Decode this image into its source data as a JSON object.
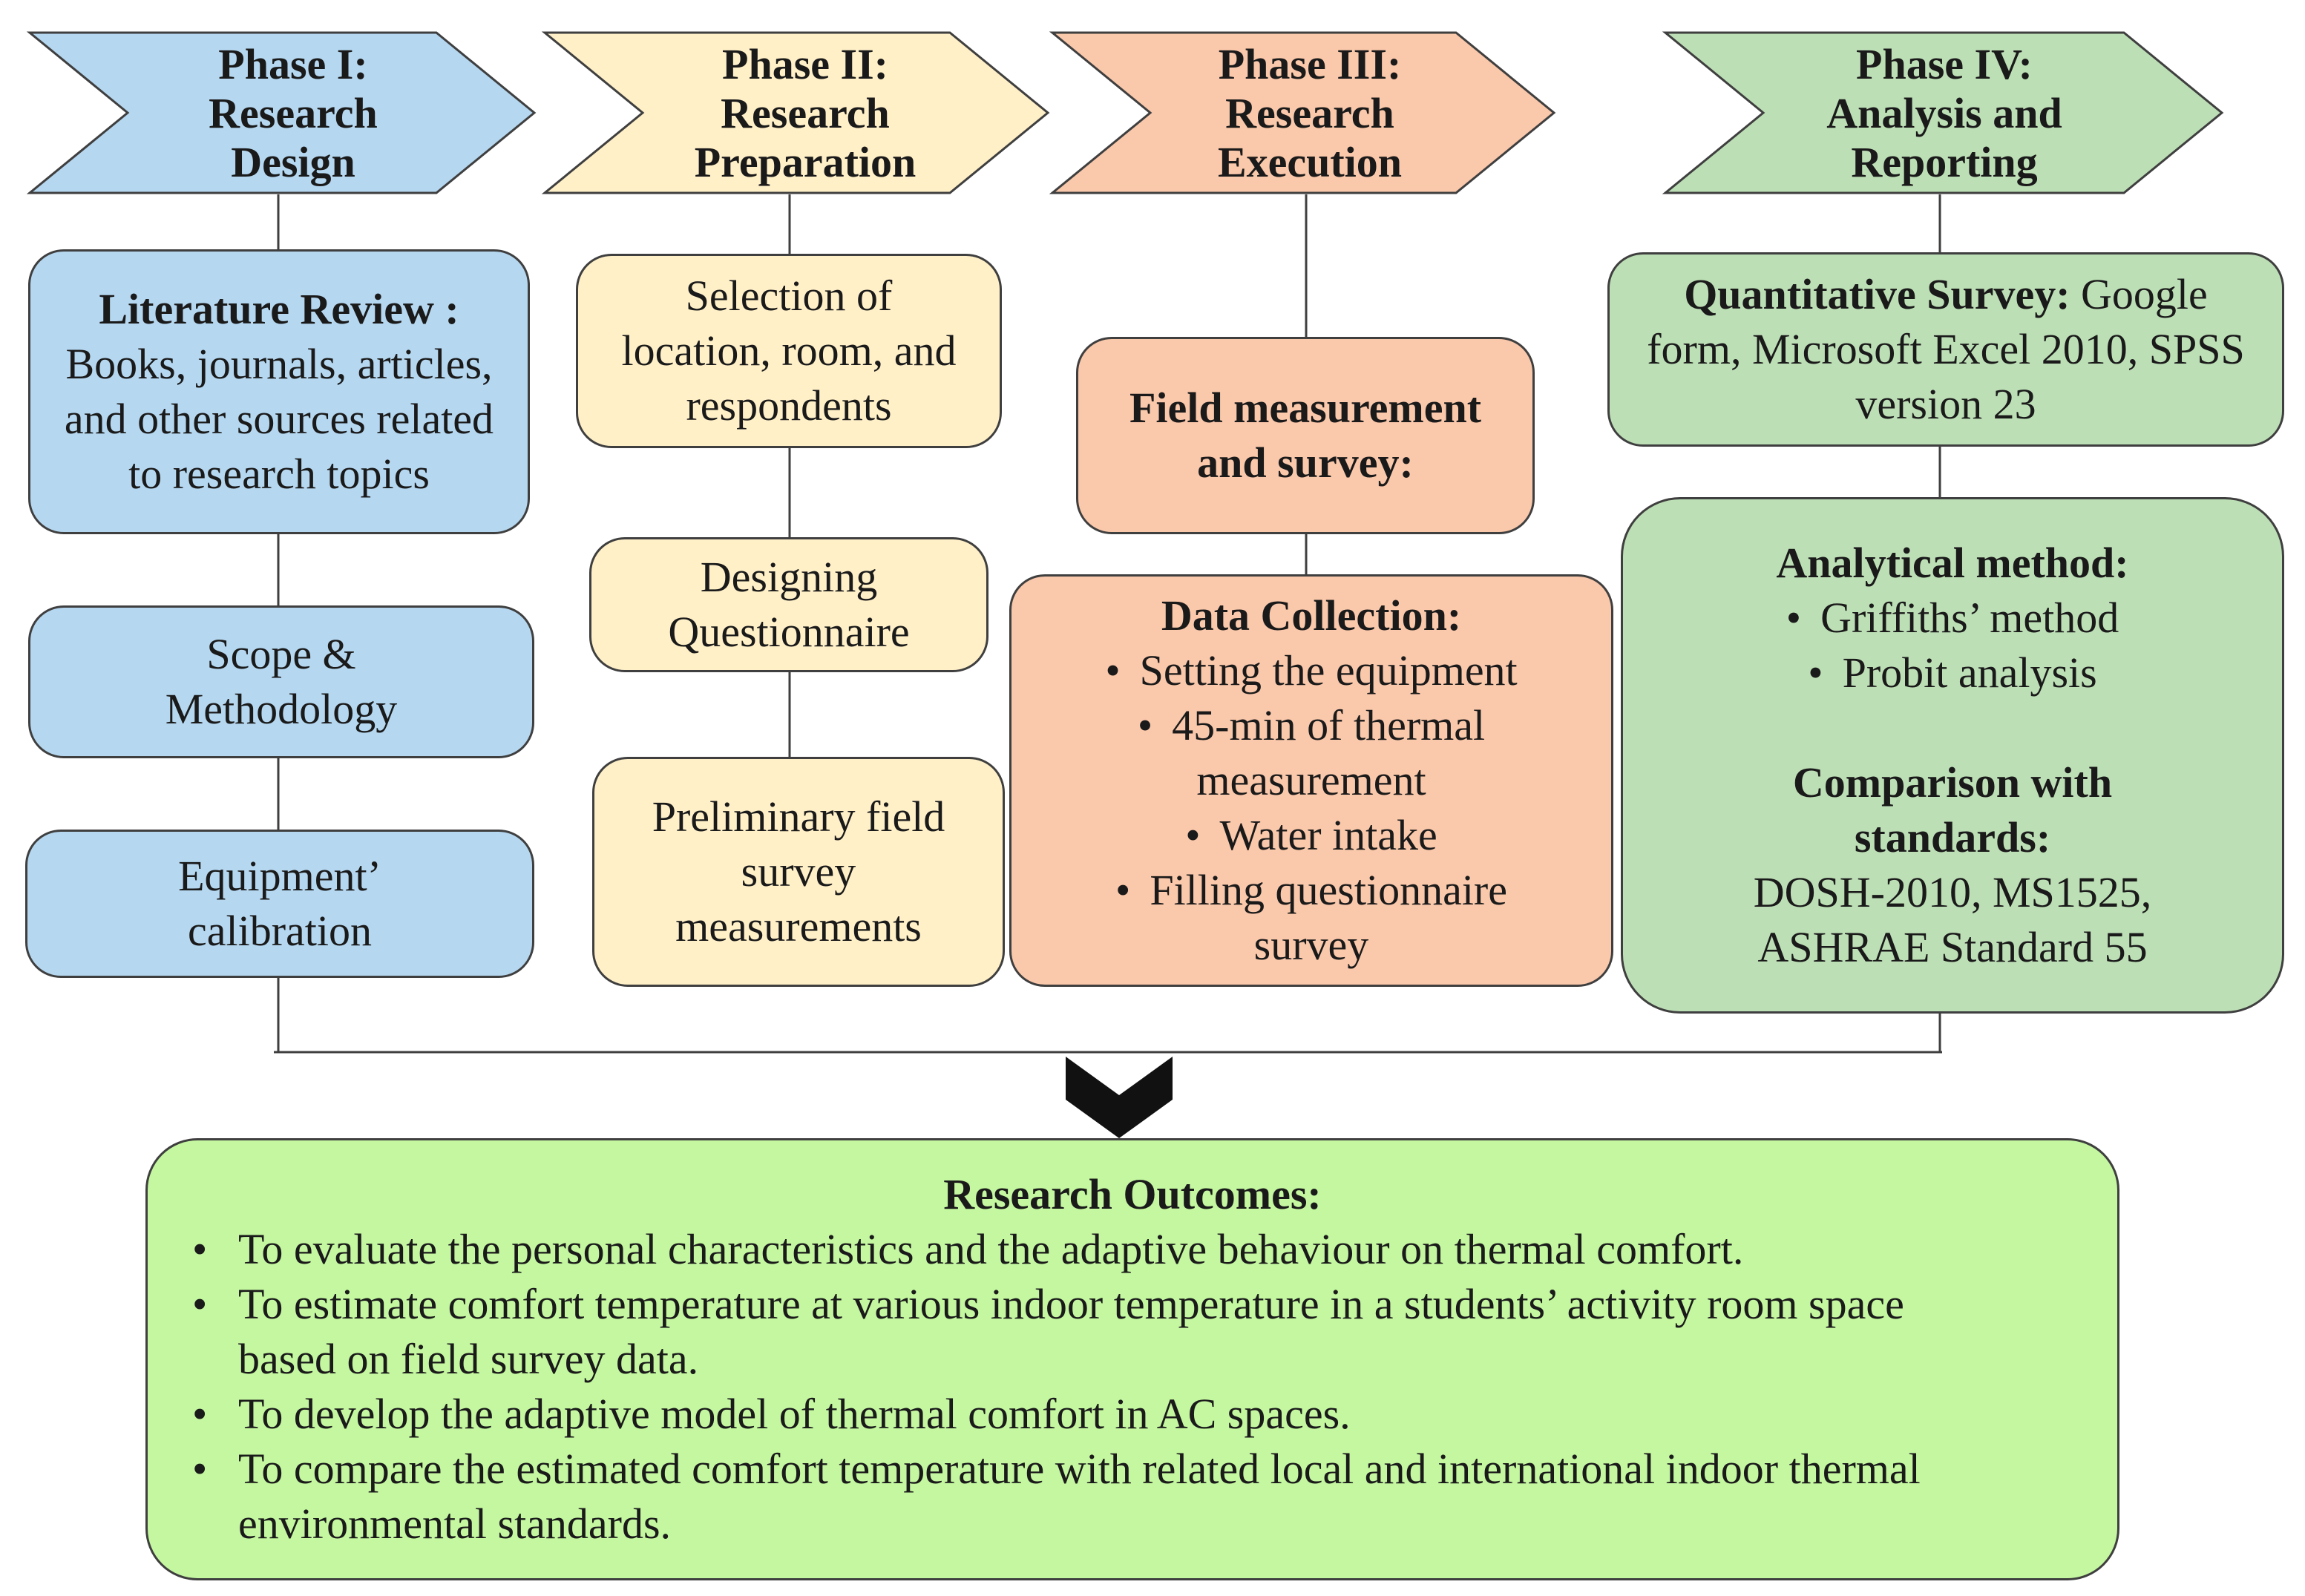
{
  "phases": [
    {
      "lines": [
        "Phase I:",
        "Research",
        "Design"
      ],
      "color": "#b5d7f0"
    },
    {
      "lines": [
        "Phase II:",
        "Research",
        "Preparation"
      ],
      "color": "#fff0c8"
    },
    {
      "lines": [
        "Phase III:",
        "Research",
        "Execution"
      ],
      "color": "#fac8ab"
    },
    {
      "lines": [
        "Phase IV:",
        "Analysis and",
        "Reporting"
      ],
      "color": "#bddfb6"
    }
  ],
  "phase1": {
    "literature_title": "Literature Review :",
    "literature_text": "Books, journals, articles, and other sources related to research topics",
    "scope": "Scope & Methodology",
    "calibration": "Equipment’ calibration"
  },
  "phase2": {
    "selection": "Selection of location, room, and respondents",
    "questionnaire": "Designing Questionnaire",
    "preliminary": "Preliminary field survey measurements"
  },
  "phase3": {
    "field": "Field measurement and survey:",
    "data_title": "Data Collection:",
    "data_items": [
      "Setting the equipment",
      "45-min of thermal measurement",
      "Water intake",
      "Filling questionnaire survey"
    ]
  },
  "phase4": {
    "survey_title": "Quantitative Survey:",
    "survey_text": "Google form, Microsoft Excel 2010, SPSS version 23",
    "method_title": "Analytical method:",
    "method_items": [
      "Griffiths’ method",
      "Probit analysis"
    ],
    "comparison_title": "Comparison with standards:",
    "comparison_text": "DOSH-2010, MS1525, ASHRAE Standard 55"
  },
  "outcomes": {
    "title": "Research Outcomes:",
    "items": [
      "To evaluate the personal characteristics and the adaptive behaviour on thermal comfort.",
      "To estimate comfort temperature at various indoor temperature in a students’ activity room space based on field survey data.",
      "To develop the adaptive model of thermal comfort in AC spaces.",
      "To compare the estimated comfort temperature with related local and international indoor thermal environmental standards."
    ]
  },
  "bullet": "•",
  "colors": {
    "phase1": "#b5d7f0",
    "phase2": "#fff0c8",
    "phase3": "#fac8ab",
    "phase4": "#bddfb6",
    "outcomes": "#c4f7a0",
    "border": "#3f3f3f"
  }
}
